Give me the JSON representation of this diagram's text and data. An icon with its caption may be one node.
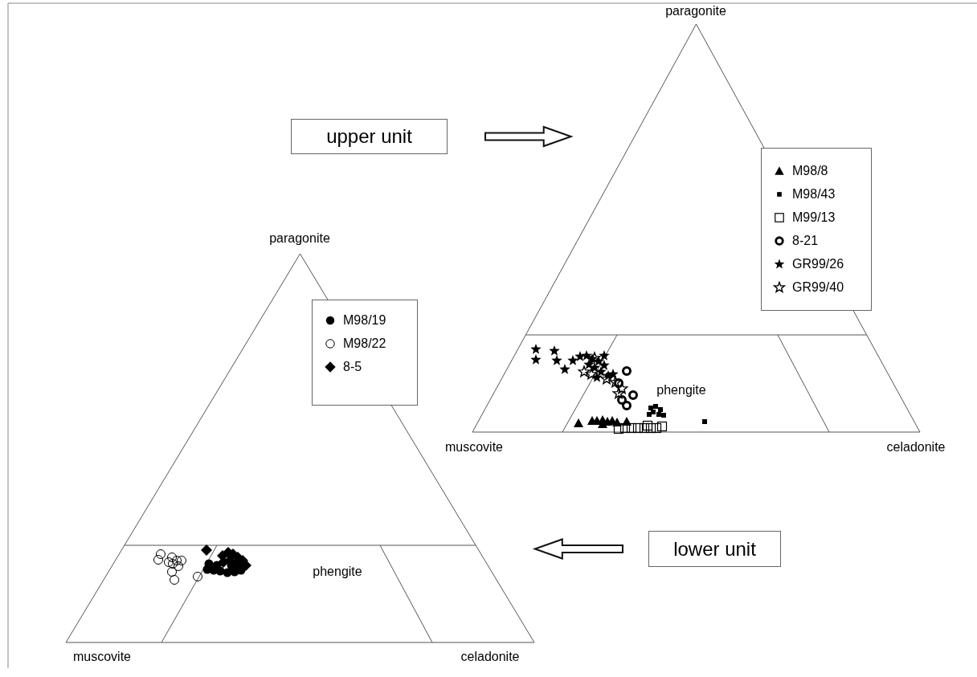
{
  "diagram": {
    "nodes": [
      {
        "text": [
          "upper unit"
        ]
      },
      {
        "text": [],
        "shape": "triangle",
        "beside": [
          "paragonite",
          "celadonite"
        ]
      },
      {
        "text": [
          "lower unit"
        ]
      },
      {
        "text": [],
        "shape": "triangle",
        "beside": [
          "paragonite",
          "muscovite",
          "celadonite"
        ]
      }
    ],
    "edges": [
      {
        "from": 0,
        "to": 1,
        "arrow": "to"
      },
      {
        "from": 2,
        "to": 3,
        "arrow": "to"
      }
    ],
    "labels": [
      "phengite",
      "muscovite",
      "phengite"
    ],
    "legend": [
      {
        "text": "M98/8"
      },
      {
        "text": "M98/43"
      },
      {
        "text": "M99/13"
      },
      {
        "text": "8-21"
      },
      {
        "text": "GR99/26"
      },
      {
        "text": "GR99/40"
      },
      {
        "text": "M98/19"
      },
      {
        "text": "M98/22"
      },
      {
        "text": "8-5"
      }
    ]
  }
}
